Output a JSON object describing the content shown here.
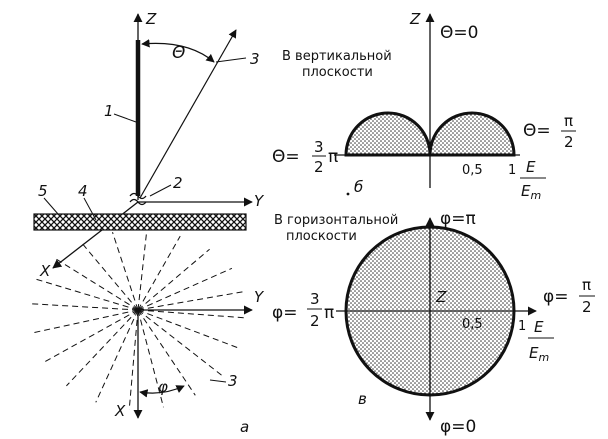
{
  "panel_a": {
    "axis_z": "Z",
    "axis_y_top": "Y",
    "axis_x_top": "X",
    "axis_y_bottom": "Y",
    "axis_x_bottom": "X",
    "theta": "Θ",
    "phi": "φ",
    "n1": "1",
    "n2": "2",
    "n3_top": "3",
    "n3_bottom": "3",
    "n4": "4",
    "n5": "5",
    "letter": "а"
  },
  "panel_b": {
    "axis_z": "Z",
    "theta0": "Θ=0",
    "caption_line1": "В вертикальной",
    "caption_line2": "плоскости",
    "theta_left_prefix": "Θ=",
    "frac_left_num": "3",
    "frac_left_den": "2",
    "pi": "π",
    "theta_right_prefix": "Θ=",
    "frac_right_num": "π",
    "frac_right_den": "2",
    "tick_05": "0,5",
    "tick_1": "1",
    "e_num": "E",
    "e_den": "E",
    "e_den_sub": "m",
    "letter": "б"
  },
  "panel_c": {
    "caption_line1": "В горизонтальной",
    "caption_line2": "плоскости",
    "phi_pi": "φ=π",
    "phi_left_prefix": "φ=",
    "frac_left_num": "3",
    "frac_left_den": "2",
    "pi": "π",
    "phi_right_prefix": "φ=",
    "frac_right_num": "π",
    "frac_right_den": "2",
    "axis_z": "Z",
    "tick_05": "0,5",
    "tick_1": "1",
    "e_num": "E",
    "e_den": "E",
    "e_den_sub": "m",
    "phi_zero": "φ=0",
    "letter": "в"
  }
}
